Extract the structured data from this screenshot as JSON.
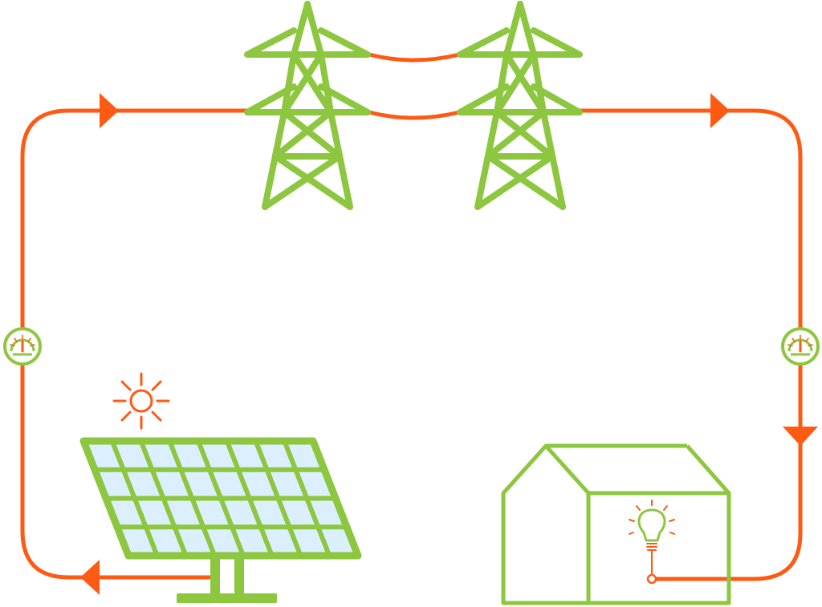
{
  "colors": {
    "wire": "#ff5a14",
    "structure": "#8dc63f",
    "panel_cell": "#dcefff",
    "background": "#ffffff"
  },
  "components": [
    {
      "id": "solar-panel",
      "icon": "solar-panel-icon"
    },
    {
      "id": "sun",
      "icon": "sun-icon"
    },
    {
      "id": "tower-left",
      "icon": "transmission-tower-icon"
    },
    {
      "id": "tower-right",
      "icon": "transmission-tower-icon"
    },
    {
      "id": "meter-left",
      "icon": "meter-gauge-icon"
    },
    {
      "id": "meter-right",
      "icon": "meter-gauge-icon"
    },
    {
      "id": "house",
      "icon": "house-icon"
    },
    {
      "id": "light-bulb",
      "icon": "light-bulb-icon"
    }
  ],
  "flow_direction": "clockwise"
}
